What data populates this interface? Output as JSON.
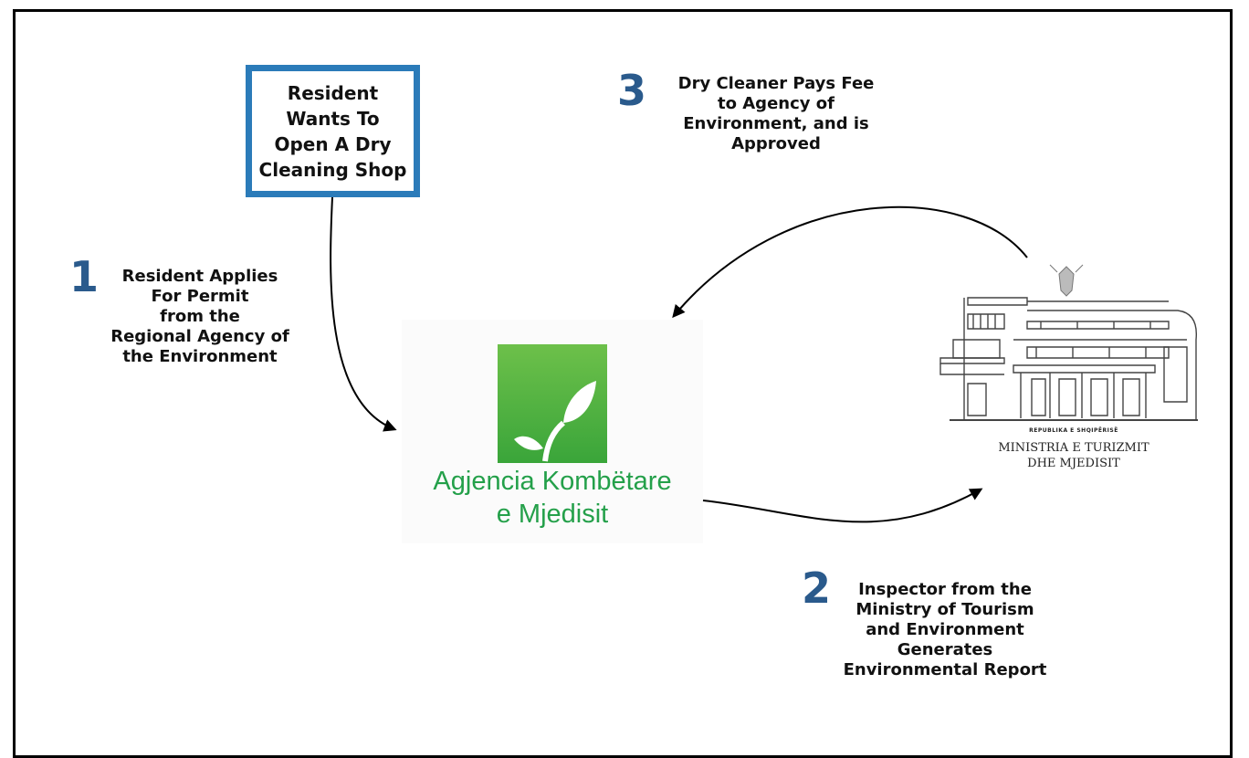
{
  "start": {
    "text": "Resident\nWants To\nOpen A  Dry\nCleaning Shop"
  },
  "steps": [
    {
      "number": "1",
      "text": "Resident Applies\nFor Permit\nfrom the\nRegional Agency of\nthe Environment"
    },
    {
      "number": "2",
      "text": "Inspector from the\nMinistry of Tourism\nand Environment\nGenerates\nEnvironmental Report"
    },
    {
      "number": "3",
      "text": "Dry Cleaner Pays Fee\nto Agency of\nEnvironment, and is\nApproved"
    }
  ],
  "agency": {
    "name": "Agjencia Kombëtare\ne Mjedisit",
    "logo_color": "#3aa53a",
    "text_color": "#24a04a"
  },
  "ministry": {
    "caption_small": "REPUBLIKA E SHQIPËRISË",
    "caption": "MINISTRIA E TURIZMIT\nDHE MJEDISIT"
  },
  "colors": {
    "step_number": "#2a5a8c",
    "box_border": "#2b7bb9"
  }
}
